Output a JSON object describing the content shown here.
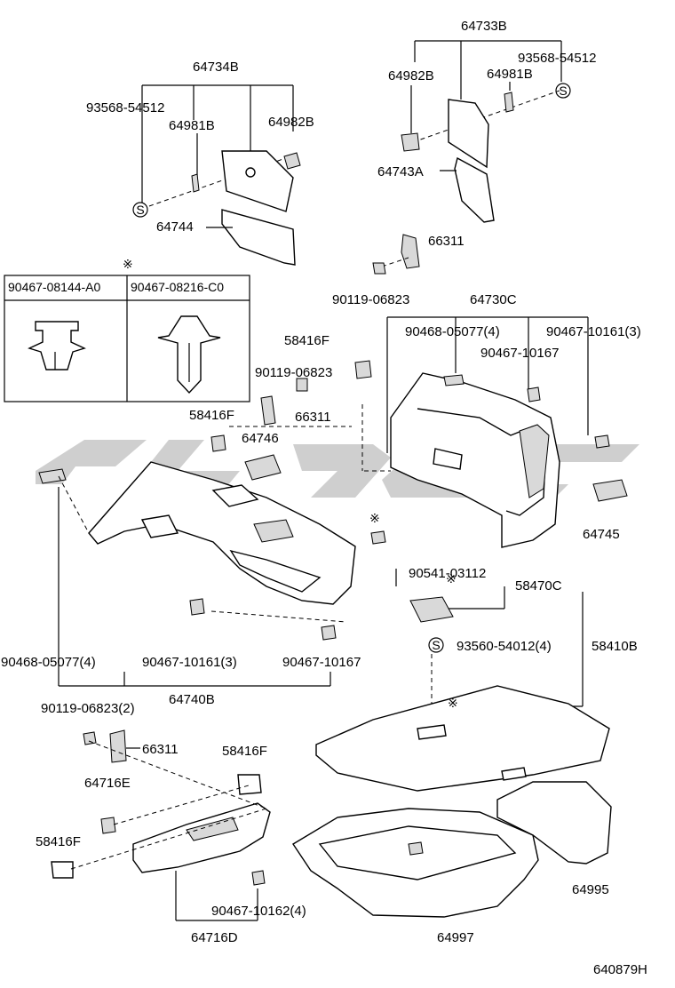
{
  "diagram": {
    "labels": {
      "p64733B": "64733B",
      "p93568_top": "93568-54512",
      "p64982B_top": "64982B",
      "p64981B_top": "64981B",
      "p64743A": "64743A",
      "p64734B": "64734B",
      "p93568_left": "93568-54512",
      "p64981B_left": "64981B",
      "p64982B_left": "64982B",
      "p64744": "64744",
      "p66311_a": "66311",
      "p90119_a": "90119-06823",
      "p64730C": "64730C",
      "p90468_r": "90468-05077(4)",
      "p90467_10161_r": "90467-10161(3)",
      "p90467_10167_r": "90467-10167",
      "p58416F_a": "58416F",
      "p90119_b": "90119-06823",
      "p58416F_b": "58416F",
      "p66311_b": "66311",
      "p64746": "64746",
      "p64745": "64745",
      "p90541": "90541-03112",
      "p58470C": "58470C",
      "p93560": "93560-54012(4)",
      "p58410B": "58410B",
      "p90468_l": "90468-05077(4)",
      "p90467_10161_l": "90467-10161(3)",
      "p90467_10167_l": "90467-10167",
      "p64740B": "64740B",
      "p90119_c": "90119-06823(2)",
      "p66311_c": "66311",
      "p58416F_c": "58416F",
      "p64716E": "64716E",
      "p58416F_d": "58416F",
      "p90467_10162": "90467-10162(4)",
      "p64716D": "64716D",
      "p64995": "64995",
      "p64997": "64997",
      "p640879H": "640879H"
    },
    "clip_table": {
      "mark": "※",
      "col1": "90467-08144-A0",
      "col2": "90467-08216-C0"
    },
    "marks": {
      "asterisk": "※",
      "s_circle": "S"
    }
  }
}
